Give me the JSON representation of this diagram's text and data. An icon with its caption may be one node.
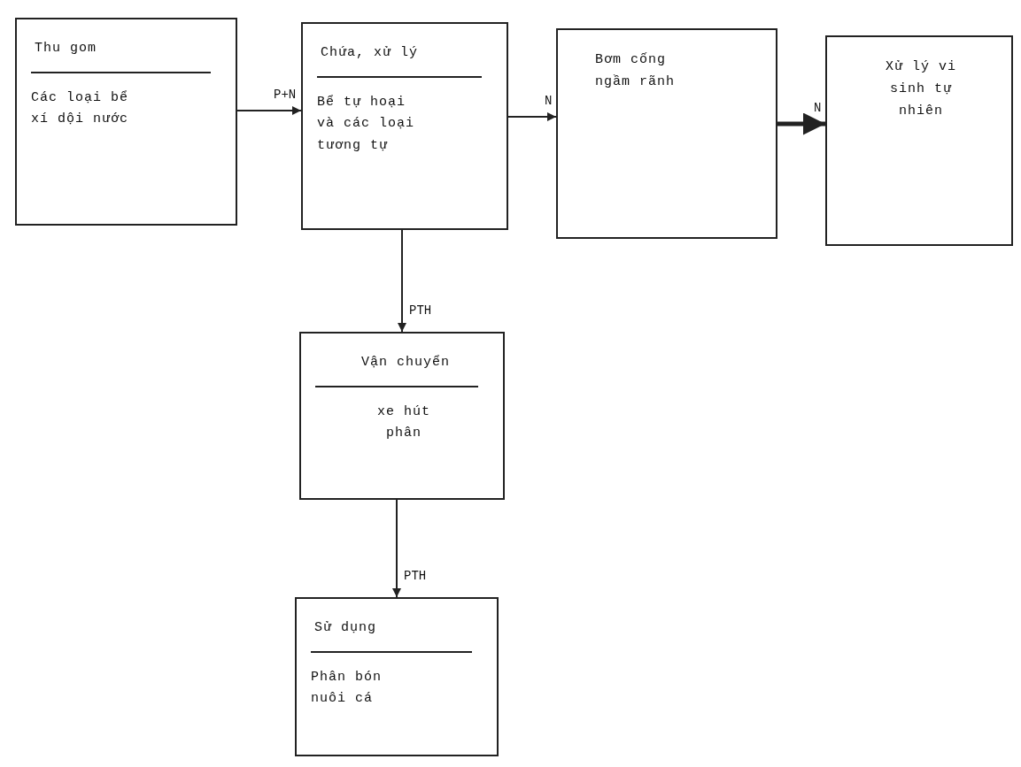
{
  "diagram": {
    "nodes": [
      {
        "text": [
          "Thu gom",
          "Các loại bể xí dội nước"
        ]
      },
      {
        "text": [
          "Chứa, xử lý",
          "Bể tự hoại và các loại tương tự"
        ]
      },
      {
        "text": [
          "Bơm cống ngầm rãnh"
        ]
      },
      {
        "text": [
          "Xử lý vi sinh tự nhiên"
        ]
      },
      {
        "text": [
          "Vận chuyển",
          "xe hút phân"
        ]
      },
      {
        "text": [
          "Sử dụng",
          "Phân bón nuôi cá"
        ]
      }
    ],
    "edges": [
      {
        "from": 0,
        "to": 1,
        "arrow": "to",
        "label": "P+N"
      },
      {
        "from": 1,
        "to": 2,
        "arrow": "to",
        "label": "N"
      },
      {
        "from": 2,
        "to": 3,
        "arrow": "to",
        "label": "N",
        "style": "thick"
      },
      {
        "from": 1,
        "to": 4,
        "arrow": "to",
        "label": "PTH"
      },
      {
        "from": 4,
        "to": 5,
        "arrow": "to",
        "label": "PTH"
      }
    ]
  }
}
